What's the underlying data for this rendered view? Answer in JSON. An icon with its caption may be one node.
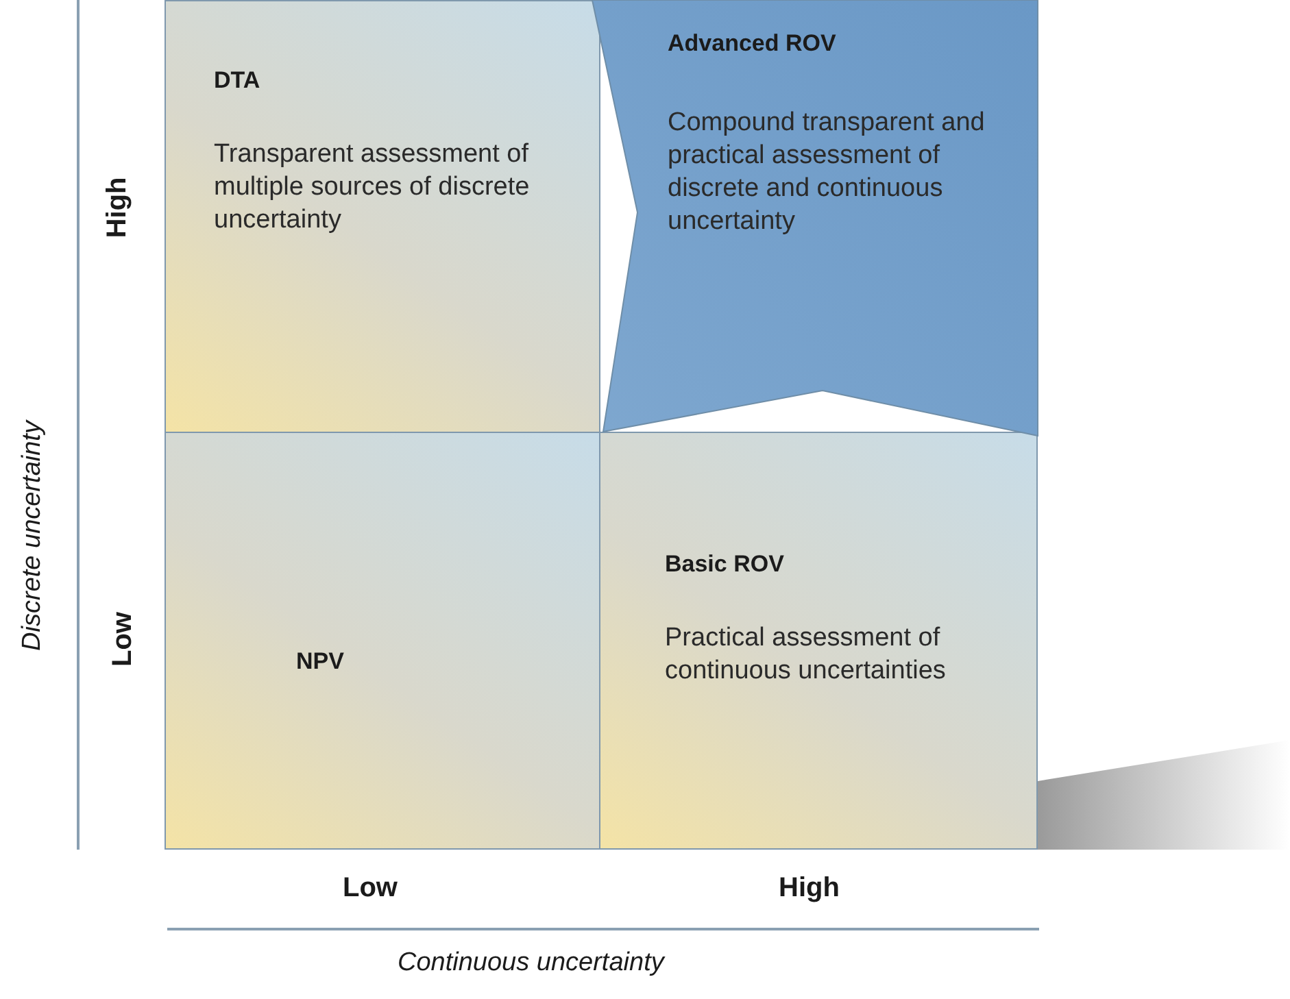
{
  "diagram": {
    "nodes": [
      {
        "text": [
          "DTA",
          "Transparent assessment of multiple sources of discrete uncertainty"
        ]
      },
      {
        "text": [
          "Advanced ROV",
          "Compound transparent and practical assessment of discrete and continuous uncertainty"
        ]
      },
      {
        "text": [
          "NPV"
        ]
      },
      {
        "text": [
          "Basic ROV",
          "Practical assessment of continuous uncertainties"
        ]
      }
    ],
    "labels": [
      "High",
      "Low",
      "Discrete uncertainty",
      "Low",
      "High",
      "Continuous uncertainty"
    ]
  }
}
